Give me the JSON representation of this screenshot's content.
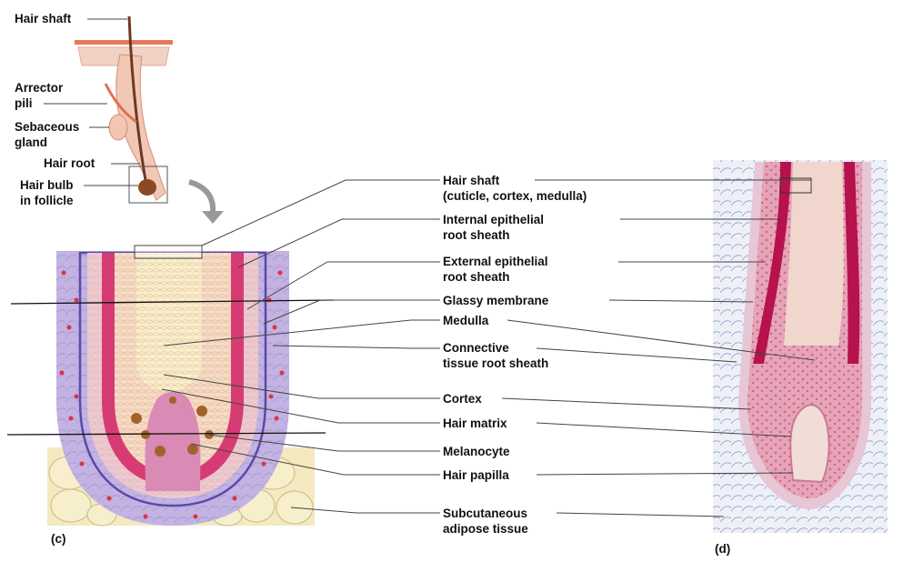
{
  "overview_labels": {
    "hair_shaft": "Hair shaft",
    "arrector_pili": [
      "Arrector",
      "pili"
    ],
    "sebaceous_gland": [
      "Sebaceous",
      "gland"
    ],
    "hair_root": "Hair root",
    "hair_bulb": [
      "Hair bulb",
      "in follicle"
    ]
  },
  "callout_labels": {
    "hair_shaft": [
      "Hair shaft",
      "(cuticle, cortex, medulla)"
    ],
    "internal_sheath": [
      "Internal epithelial",
      "root sheath"
    ],
    "external_sheath": [
      "External epithelial",
      "root sheath"
    ],
    "glassy_membrane": "Glassy membrane",
    "medulla": "Medulla",
    "connective_sheath": [
      "Connective",
      "tissue root sheath"
    ],
    "cortex": "Cortex",
    "hair_matrix": "Hair matrix",
    "melanocyte": "Melanocyte",
    "hair_papilla": "Hair papilla",
    "subcutaneous": [
      "Subcutaneous",
      "adipose tissue"
    ]
  },
  "panel_labels": {
    "c": "(c)",
    "d": "(d)"
  },
  "colors": {
    "sheath_pink": "#d63c73",
    "cortex_cream": "#f6dcc4",
    "medulla_yellow": "#f7efc9",
    "connective_purple": "#b4a3d8",
    "glassy_line": "#5a4aa8",
    "melanocyte_brown": "#a0632b",
    "papilla_pink": "#d98ab5",
    "adipose_yellow": "#f4e9bf",
    "red_dots": "#e0323e"
  }
}
